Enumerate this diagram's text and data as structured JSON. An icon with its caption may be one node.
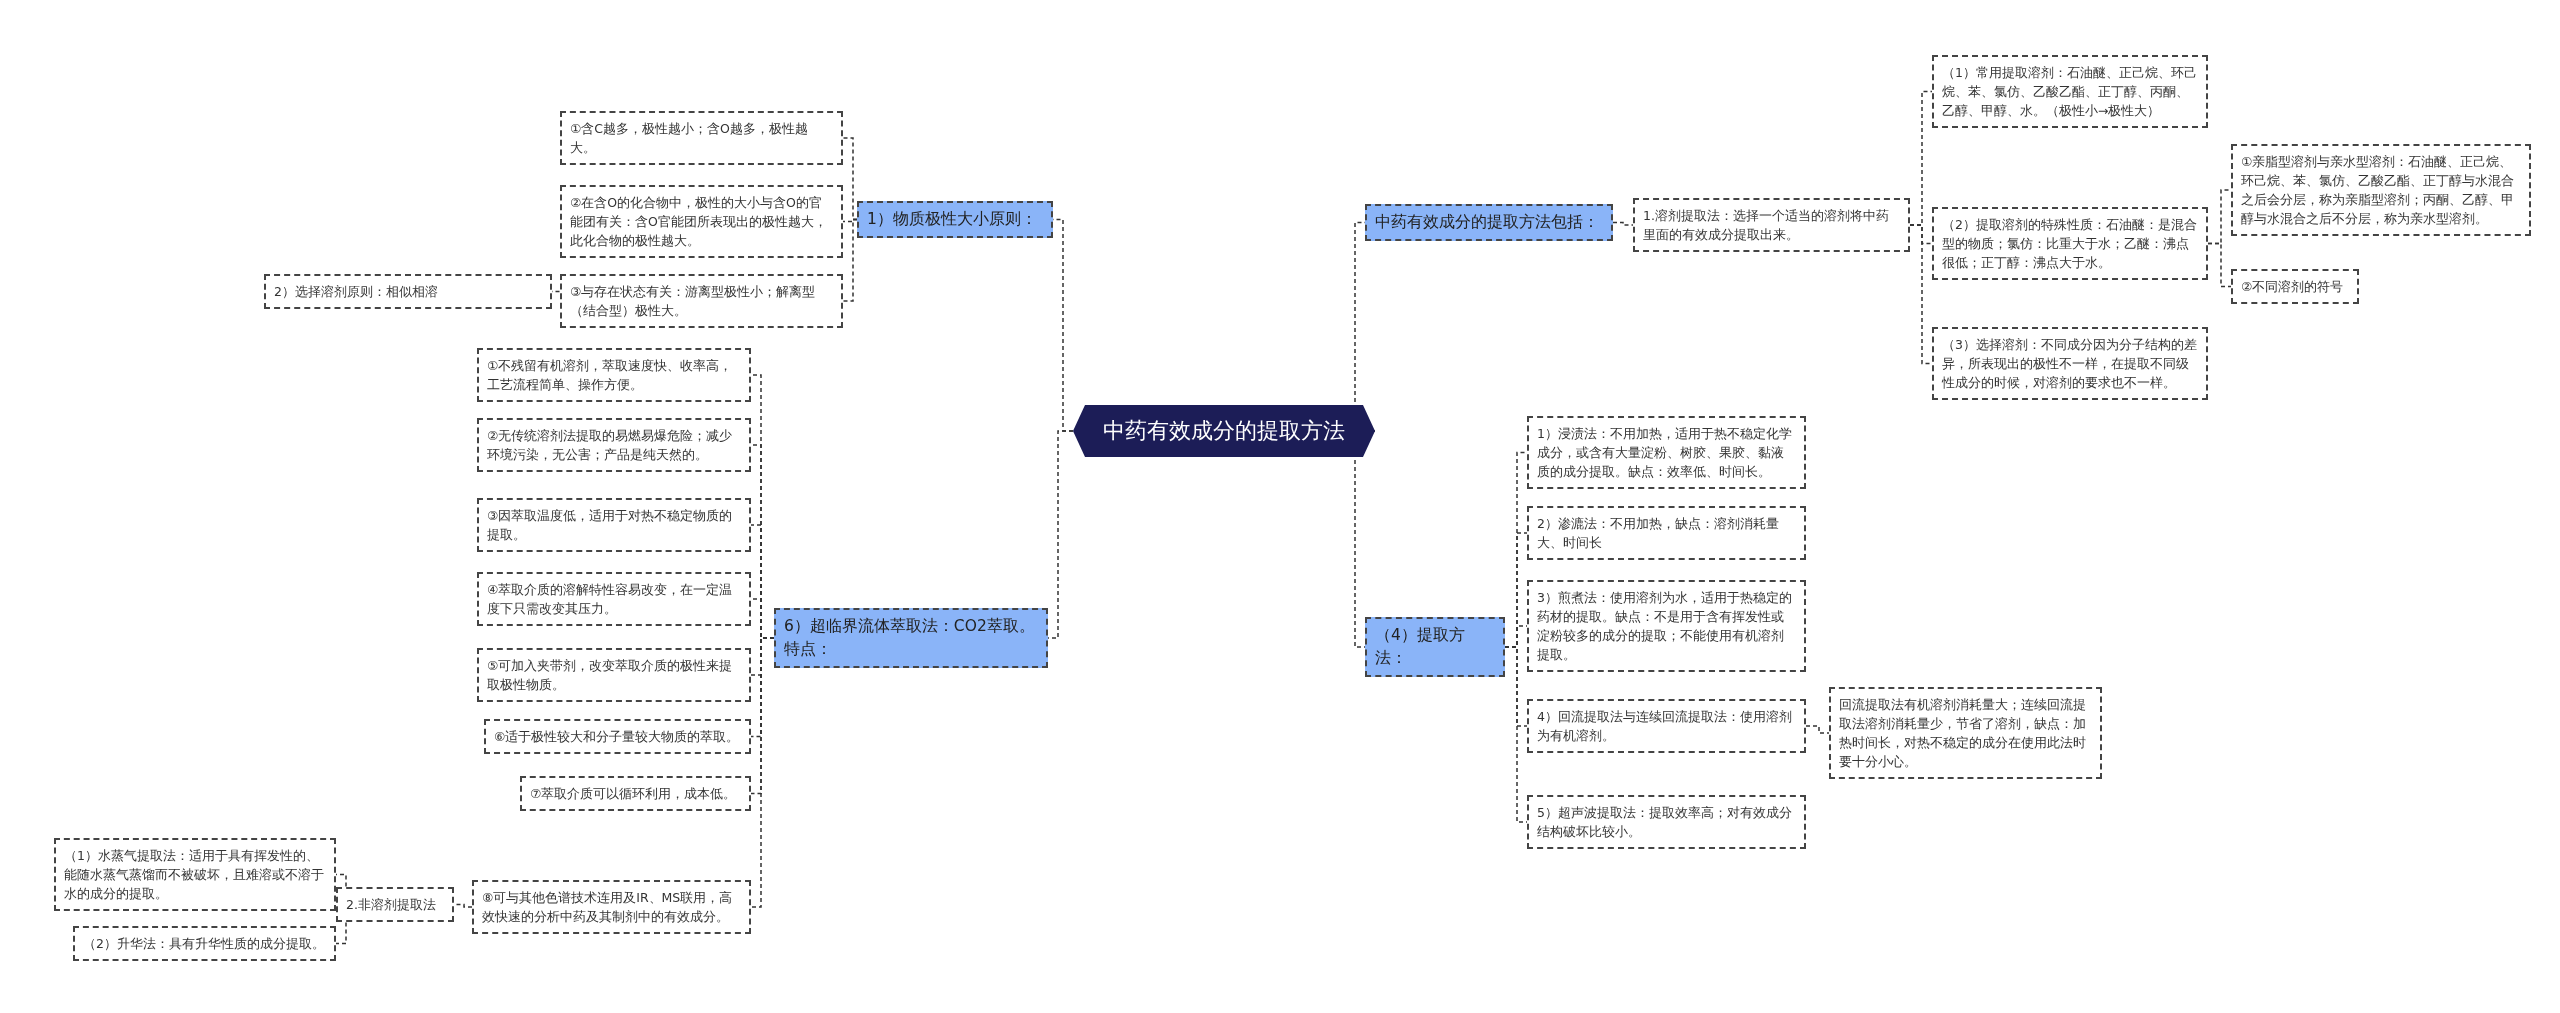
{
  "diagram": {
    "nodes": [
      {
        "text": [
          "中药有效成分的提取方法"
        ]
      },
      {
        "text": [
          "1）物质极性大小原则："
        ]
      },
      {
        "text": [
          "①含C越多，极性越小；含O越多，极性越大。"
        ]
      },
      {
        "text": [
          "②在含O的化合物中，极性的大小与含O的官能团有关：含O官能团所表现出的极性越大，此化合物的极性越大。"
        ]
      },
      {
        "text": [
          "③与存在状态有关：游离型极性小；解离型（结合型）极性大。"
        ]
      },
      {
        "text": [
          "2）选择溶剂原则：相似相溶"
        ]
      },
      {
        "text": [
          "6）超临界流体萃取法：CO2萃取。特点："
        ]
      },
      {
        "text": [
          "①不残留有机溶剂，萃取速度快、收率高，工艺流程简单、操作方便。"
        ]
      },
      {
        "text": [
          "②无传统溶剂法提取的易燃易爆危险；减少环境污染，无公害；产品是纯天然的。"
        ]
      },
      {
        "text": [
          "③因萃取温度低，适用于对热不稳定物质的提取。"
        ]
      },
      {
        "text": [
          "④萃取介质的溶解特性容易改变，在一定温度下只需改变其压力。"
        ]
      },
      {
        "text": [
          "⑤可加入夹带剂，改变萃取介质的极性来提取极性物质。"
        ]
      },
      {
        "text": [
          "⑥适于极性较大和分子量较大物质的萃取。"
        ]
      },
      {
        "text": [
          "⑦萃取介质可以循环利用，成本低。"
        ]
      },
      {
        "text": [
          "⑧可与其他色谱技术连用及IR、MS联用，高效快速的分析中药及其制剂中的有效成分。"
        ]
      },
      {
        "text": [
          "2.非溶剂提取法"
        ]
      },
      {
        "text": [
          "（1）水蒸气提取法：适用于具有挥发性的、能随水蒸气蒸馏而不被破坏，且难溶或不溶于水的成分的提取。"
        ]
      },
      {
        "text": [
          "（2）升华法：具有升华性质的成分提取。"
        ]
      },
      {
        "text": [
          "中药有效成分的提取方法包括："
        ]
      },
      {
        "text": [
          "1.溶剂提取法：选择一个适当的溶剂将中药里面的有效成分提取出来。"
        ]
      },
      {
        "text": [
          "（1）常用提取溶剂：石油醚、正己烷、环己烷、苯、氯仿、乙酸乙酯、正丁醇、丙酮、乙醇、甲醇、水。（极性小→极性大）"
        ]
      },
      {
        "text": [
          "（2）提取溶剂的特殊性质：石油醚：是混合型的物质；氯仿：比重大于水；乙醚：沸点很低；正丁醇：沸点大于水。"
        ]
      },
      {
        "text": [
          "（3）选择溶剂：不同成分因为分子结构的差异，所表现出的极性不一样，在提取不同级性成分的时候，对溶剂的要求也不一样。"
        ]
      },
      {
        "text": [
          "①亲脂型溶剂与亲水型溶剂：石油醚、正己烷、环己烷、苯、氯仿、乙酸乙酯、正丁醇与水混合之后会分层，称为亲脂型溶剂；丙酮、乙醇、甲醇与水混合之后不分层，称为亲水型溶剂。"
        ]
      },
      {
        "text": [
          "②不同溶剂的符号"
        ]
      },
      {
        "text": [
          "（4）提取方法："
        ]
      },
      {
        "text": [
          "1）浸渍法：不用加热，适用于热不稳定化学成分，或含有大量淀粉、树胶、果胶、黏液质的成分提取。缺点：效率低、时间长。"
        ]
      },
      {
        "text": [
          "2）渗漉法：不用加热，缺点：溶剂消耗量大、时间长"
        ]
      },
      {
        "text": [
          "3）煎煮法：使用溶剂为水，适用于热稳定的药材的提取。缺点：不是用于含有挥发性或淀粉较多的成分的提取；不能使用有机溶剂提取。"
        ]
      },
      {
        "text": [
          "4）回流提取法与连续回流提取法：使用溶剂为有机溶剂。"
        ]
      },
      {
        "text": [
          "5）超声波提取法：提取效率高；对有效成分结构破坏比较小。"
        ]
      },
      {
        "text": [
          "回流提取法有机溶剂消耗量大；连续回流提取法溶剂消耗量少，节省了溶剂，缺点：加热时间长，对热不稳定的成分在使用此法时要十分小心。"
        ]
      }
    ],
    "edges": [
      {
        "from": 0,
        "to": 1,
        "arrow": "none"
      },
      {
        "from": 1,
        "to": 2,
        "arrow": "none"
      },
      {
        "from": 1,
        "to": 3,
        "arrow": "none"
      },
      {
        "from": 1,
        "to": 4,
        "arrow": "none"
      },
      {
        "from": 4,
        "to": 5,
        "arrow": "none"
      },
      {
        "from": 0,
        "to": 6,
        "arrow": "none"
      },
      {
        "from": 6,
        "to": 7,
        "arrow": "none"
      },
      {
        "from": 6,
        "to": 8,
        "arrow": "none"
      },
      {
        "from": 6,
        "to": 9,
        "arrow": "none"
      },
      {
        "from": 6,
        "to": 10,
        "arrow": "none"
      },
      {
        "from": 6,
        "to": 11,
        "arrow": "none"
      },
      {
        "from": 6,
        "to": 12,
        "arrow": "none"
      },
      {
        "from": 6,
        "to": 13,
        "arrow": "none"
      },
      {
        "from": 6,
        "to": 14,
        "arrow": "none"
      },
      {
        "from": 14,
        "to": 15,
        "arrow": "none"
      },
      {
        "from": 15,
        "to": 16,
        "arrow": "none"
      },
      {
        "from": 15,
        "to": 17,
        "arrow": "none"
      },
      {
        "from": 0,
        "to": 18,
        "arrow": "none"
      },
      {
        "from": 18,
        "to": 19,
        "arrow": "none"
      },
      {
        "from": 19,
        "to": 20,
        "arrow": "none"
      },
      {
        "from": 19,
        "to": 21,
        "arrow": "none"
      },
      {
        "from": 19,
        "to": 22,
        "arrow": "none"
      },
      {
        "from": 21,
        "to": 23,
        "arrow": "none"
      },
      {
        "from": 21,
        "to": 24,
        "arrow": "none"
      },
      {
        "from": 0,
        "to": 25,
        "arrow": "none"
      },
      {
        "from": 25,
        "to": 26,
        "arrow": "none"
      },
      {
        "from": 25,
        "to": 27,
        "arrow": "none"
      },
      {
        "from": 25,
        "to": 28,
        "arrow": "none"
      },
      {
        "from": 25,
        "to": 29,
        "arrow": "none"
      },
      {
        "from": 25,
        "to": 30,
        "arrow": "none"
      },
      {
        "from": 29,
        "to": 31,
        "arrow": "none"
      }
    ]
  }
}
